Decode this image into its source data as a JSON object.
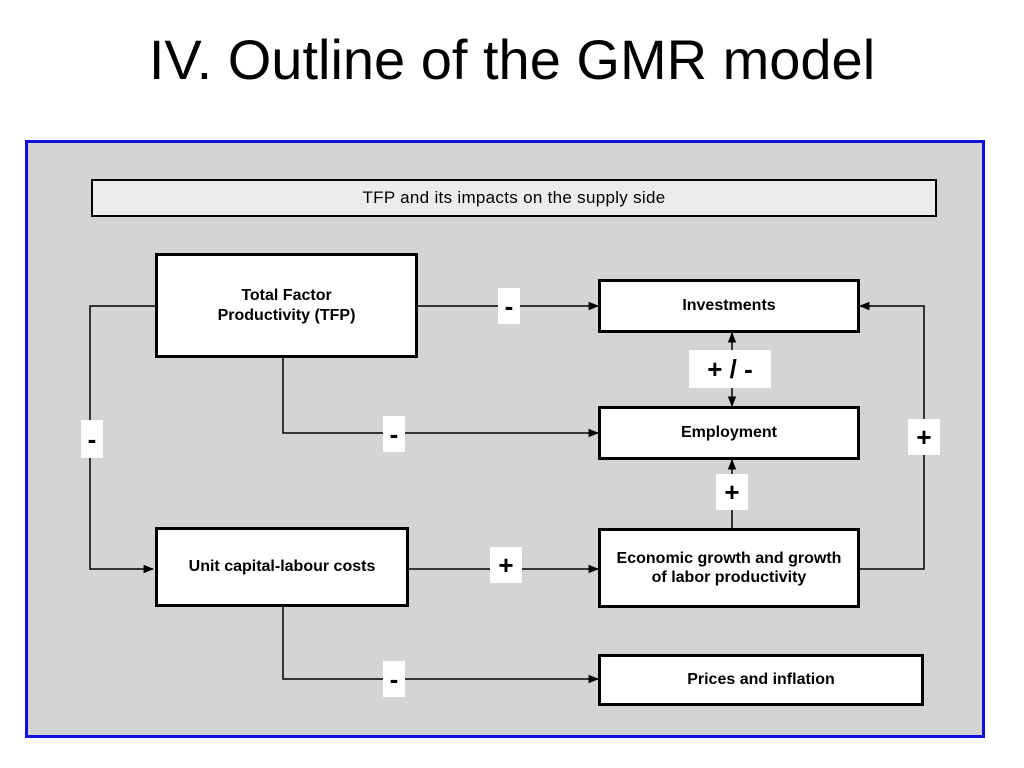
{
  "slide": {
    "title": "IV. Outline of the GMR model"
  },
  "diagram": {
    "header": "TFP and its impacts on the supply side",
    "boxes": {
      "tfp": "Total Factor Productivity (TFP)",
      "unit_costs": "Unit capital-labour costs",
      "investments": "Investments",
      "employment": "Employment",
      "growth": "Economic growth and growth of labor productivity",
      "prices": "Prices and inflation"
    },
    "signs": {
      "tfp_to_investments": "-",
      "tfp_to_employment": "-",
      "tfp_to_unit_costs": "-",
      "investments_employment": "+ / -",
      "growth_to_employment": "+",
      "growth_to_investments": "+",
      "unit_costs_to_growth": "+",
      "unit_costs_to_prices": "-"
    },
    "colors": {
      "panel_background": "#d4d4d4",
      "panel_border": "#1010d8"
    }
  }
}
